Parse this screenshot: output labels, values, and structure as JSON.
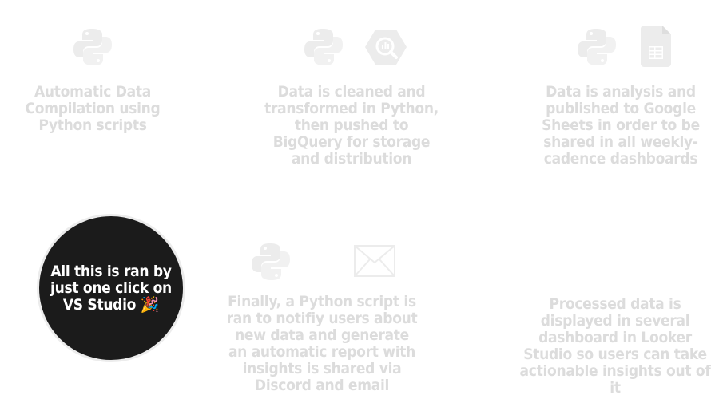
{
  "steps": [
    {
      "icons": [
        "python-icon"
      ],
      "caption": "Automatic Data Compilation using Python scripts"
    },
    {
      "icons": [
        "python-icon",
        "bigquery-icon"
      ],
      "caption": "Data is cleaned and transformed in Python, then pushed to BigQuery for storage and distribution"
    },
    {
      "icons": [
        "python-icon",
        "google-sheets-icon"
      ],
      "caption": "Data is analysis and published to Google Sheets in order to be shared in all weekly-cadence dashboards"
    },
    {
      "icons": [
        "python-icon",
        "email-icon"
      ],
      "caption": "Finally, a Python script is ran to notifiy users about new data and generate an automatic report with insights is shared via Discord and email"
    },
    {
      "icons": [],
      "caption": "Processed data is displayed in several dashboard in Looker Studio so users can take actionable insights out of it"
    }
  ],
  "highlight": {
    "text": "All this is ran by just one click on VS Studio 🎉"
  },
  "colors": {
    "caption": "#dcdcdc",
    "icon": "#ececec",
    "circle": "#1b1b1b",
    "circle_text": "#ffffff"
  }
}
